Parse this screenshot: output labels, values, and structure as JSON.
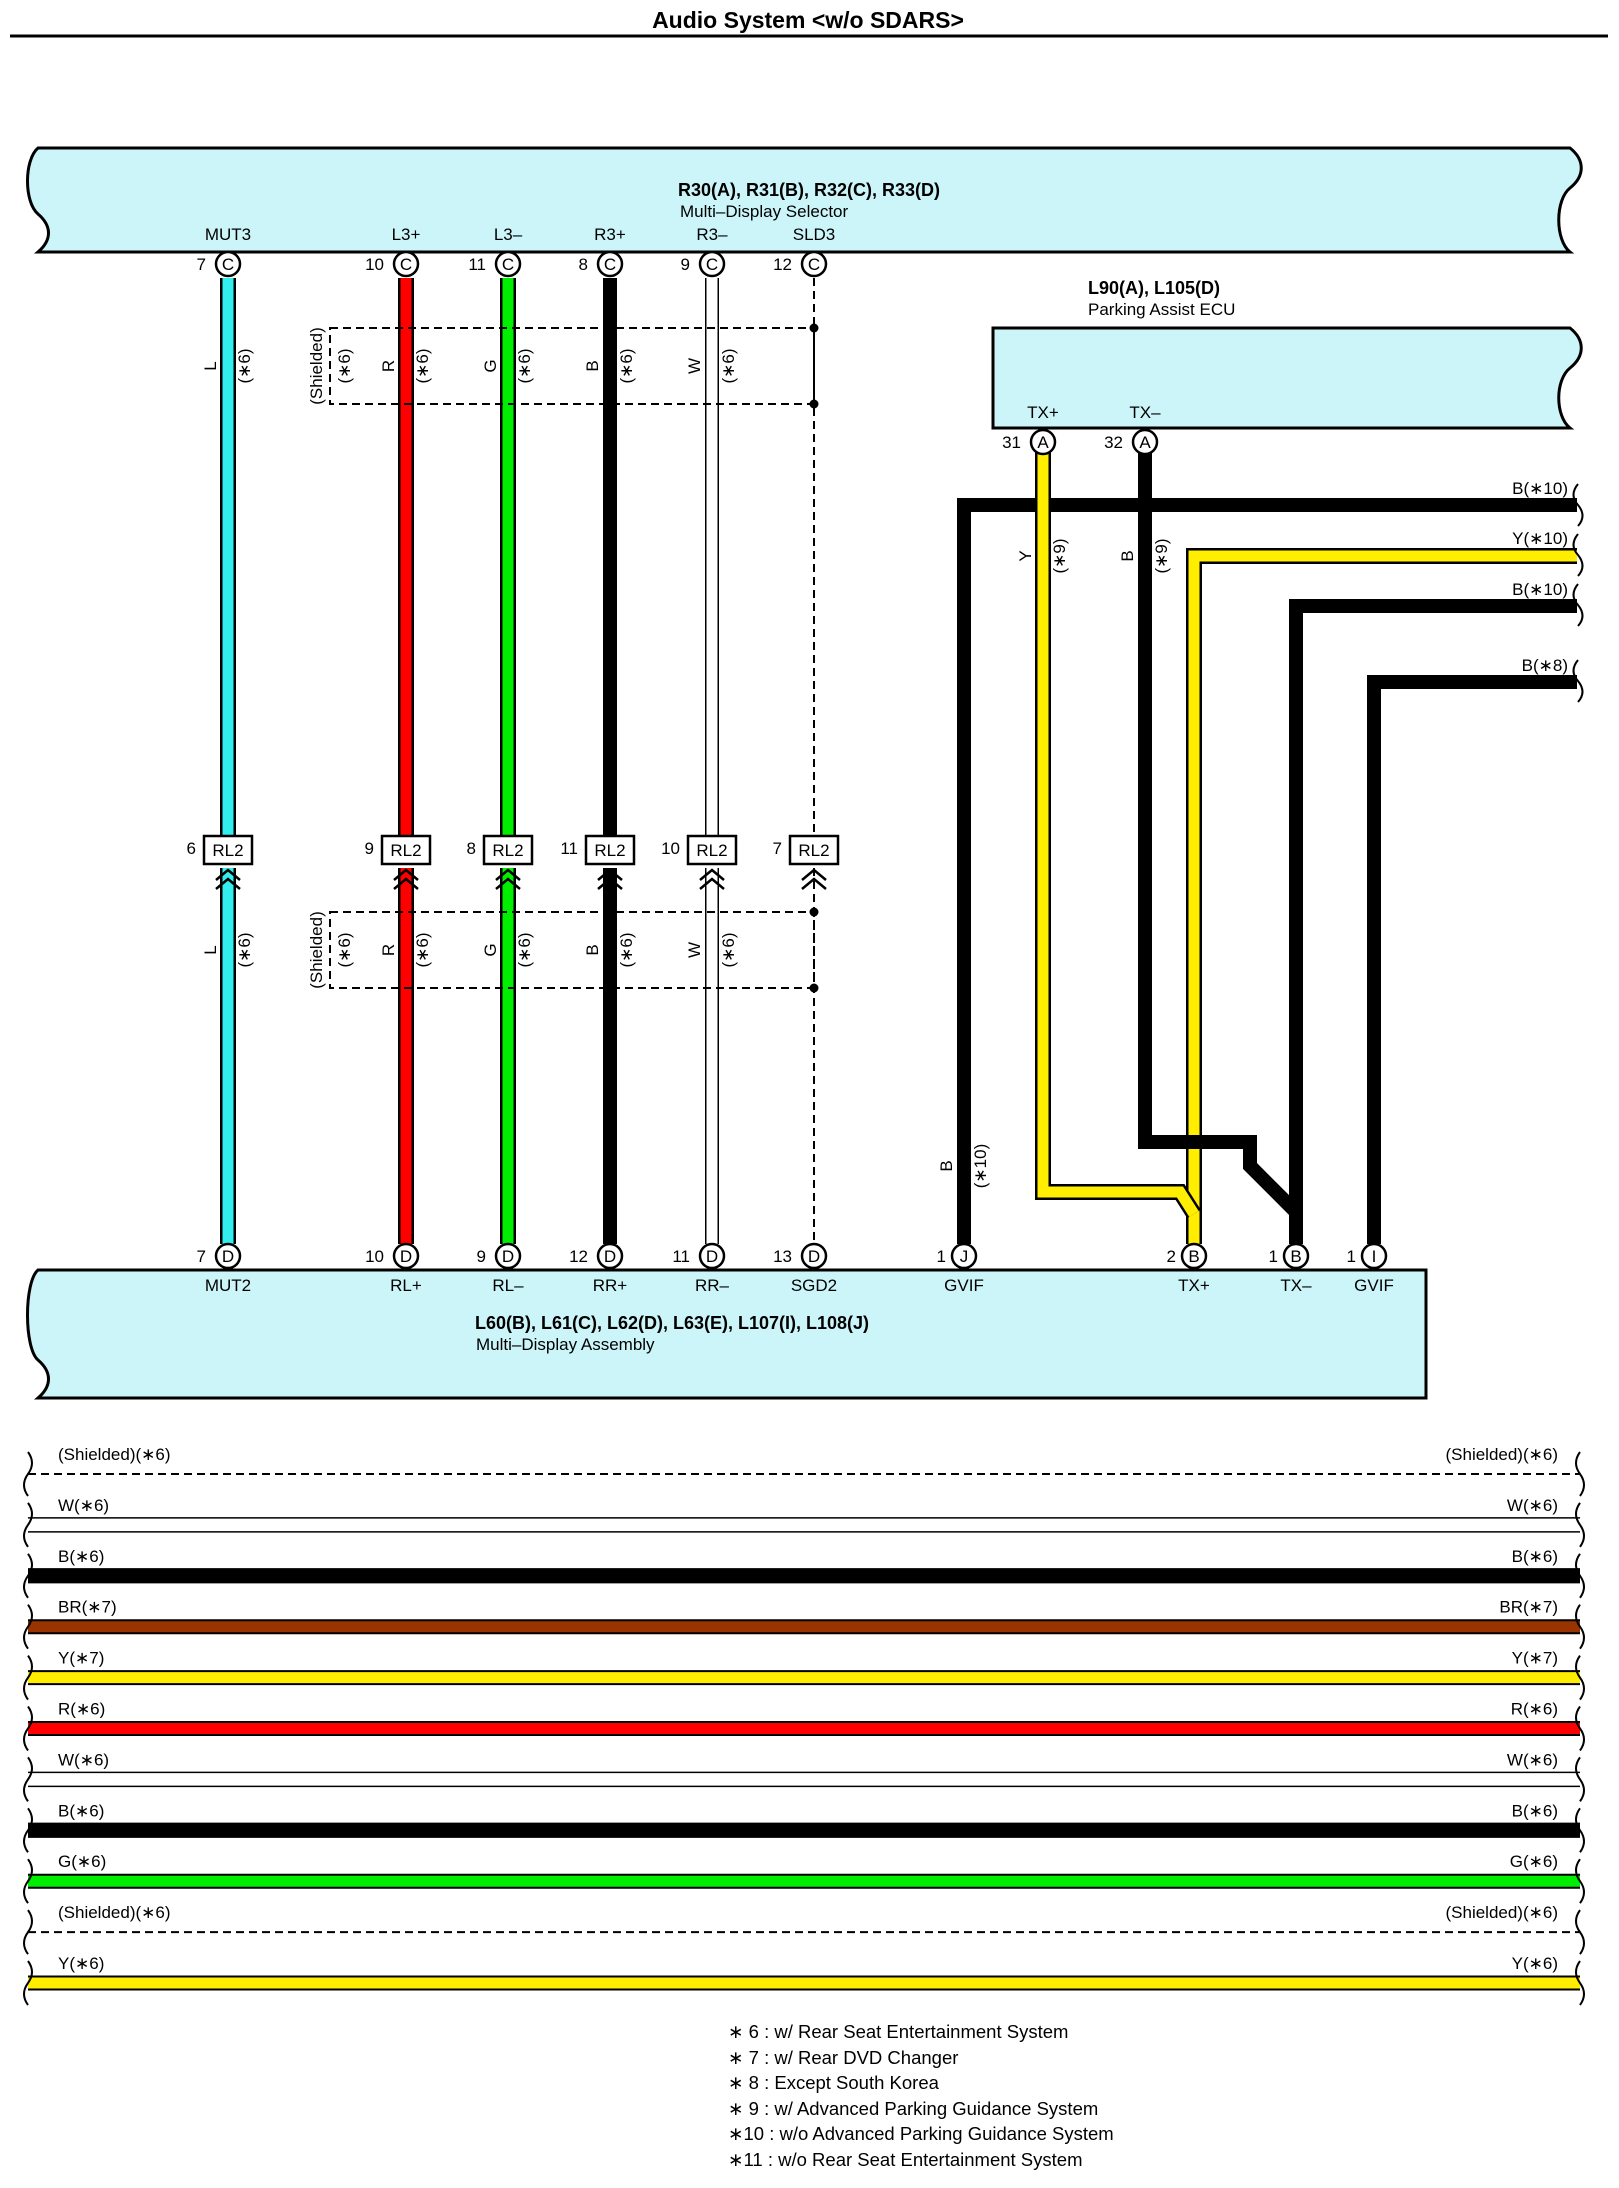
{
  "title": "Audio System <w/o SDARS>",
  "selector": {
    "code": "R30(A), R31(B), R32(C), R33(D)",
    "name": "Multi–Display Selector",
    "pins": [
      {
        "label": "MUT3",
        "num": "7",
        "conn": "C"
      },
      {
        "label": "L3+",
        "num": "10",
        "conn": "C"
      },
      {
        "label": "L3–",
        "num": "11",
        "conn": "C"
      },
      {
        "label": "R3+",
        "num": "8",
        "conn": "C"
      },
      {
        "label": "R3–",
        "num": "9",
        "conn": "C"
      },
      {
        "label": "SLD3",
        "num": "12",
        "conn": "C"
      }
    ]
  },
  "parking_ecu": {
    "code": "L90(A), L105(D)",
    "name": "Parking Assist ECU",
    "pins": [
      {
        "label": "TX+",
        "num": "31",
        "conn": "A"
      },
      {
        "label": "TX–",
        "num": "32",
        "conn": "A"
      }
    ]
  },
  "assembly": {
    "code": "L60(B), L61(C), L62(D), L63(E), L107(I), L108(J)",
    "name": "Multi–Display Assembly",
    "pins": [
      {
        "label": "MUT2",
        "num": "7",
        "conn": "D"
      },
      {
        "label": "RL+",
        "num": "10",
        "conn": "D"
      },
      {
        "label": "RL–",
        "num": "9",
        "conn": "D"
      },
      {
        "label": "RR+",
        "num": "12",
        "conn": "D"
      },
      {
        "label": "RR–",
        "num": "11",
        "conn": "D"
      },
      {
        "label": "SGD2",
        "num": "13",
        "conn": "D"
      },
      {
        "label": "GVIF",
        "num": "1",
        "conn": "J"
      },
      {
        "label": "TX+",
        "num": "2",
        "conn": "B"
      },
      {
        "label": "TX–",
        "num": "1",
        "conn": "B"
      },
      {
        "label": "GVIF",
        "num": "1",
        "conn": "I"
      }
    ]
  },
  "junctions": [
    {
      "num": "6",
      "label": "RL2"
    },
    {
      "num": "9",
      "label": "RL2"
    },
    {
      "num": "8",
      "label": "RL2"
    },
    {
      "num": "11",
      "label": "RL2"
    },
    {
      "num": "10",
      "label": "RL2"
    },
    {
      "num": "7",
      "label": "RL2"
    }
  ],
  "shield_label": "(Shielded)",
  "wire_labels": {
    "color": [
      "L",
      "R",
      "G",
      "B",
      "W"
    ],
    "note": [
      "(∗6)",
      "(∗6)",
      "(∗6)",
      "(∗6)",
      "(∗6)",
      "(∗6)"
    ],
    "ecu_tx_plus": {
      "color": "Y",
      "note": "(∗9)"
    },
    "ecu_tx_minus": {
      "color": "B",
      "note": "(∗9)"
    },
    "gvif_j": {
      "color": "B",
      "note": "(∗10)"
    }
  },
  "right_wires": [
    "B(∗10)",
    "Y(∗10)",
    "B(∗10)",
    "B(∗8)"
  ],
  "bottom_wires": [
    {
      "label": "(Shielded)(∗6)",
      "color": "#000000",
      "style": "dashed"
    },
    {
      "label": "W(∗6)",
      "color": "#ffffff",
      "style": "white"
    },
    {
      "label": "B(∗6)",
      "color": "#000000",
      "style": "solid"
    },
    {
      "label": "BR(∗7)",
      "color": "#993300",
      "style": "solid"
    },
    {
      "label": "Y(∗7)",
      "color": "#ffee00",
      "style": "solid"
    },
    {
      "label": "R(∗6)",
      "color": "#ff0000",
      "style": "solid"
    },
    {
      "label": "W(∗6)",
      "color": "#ffffff",
      "style": "white"
    },
    {
      "label": "B(∗6)",
      "color": "#000000",
      "style": "solid"
    },
    {
      "label": "G(∗6)",
      "color": "#00ee00",
      "style": "solid"
    },
    {
      "label": "(Shielded)(∗6)",
      "color": "#000000",
      "style": "dashed"
    },
    {
      "label": "Y(∗6)",
      "color": "#ffee00",
      "style": "solid"
    }
  ],
  "footnotes": [
    "∗ 6 : w/ Rear Seat Entertainment System",
    "∗ 7 : w/ Rear DVD Changer",
    "∗ 8 : Except South Korea",
    "∗ 9 : w/ Advanced Parking Guidance System",
    "∗10 : w/o Advanced Parking Guidance System",
    "∗11 : w/o Rear Seat Entertainment System"
  ],
  "colors": {
    "box_fill": "#ccf5fa",
    "light_blue": "#33eeee",
    "red": "#ff0000",
    "green": "#00ee00",
    "black": "#000000",
    "yellow": "#ffee00",
    "brown": "#993300"
  }
}
